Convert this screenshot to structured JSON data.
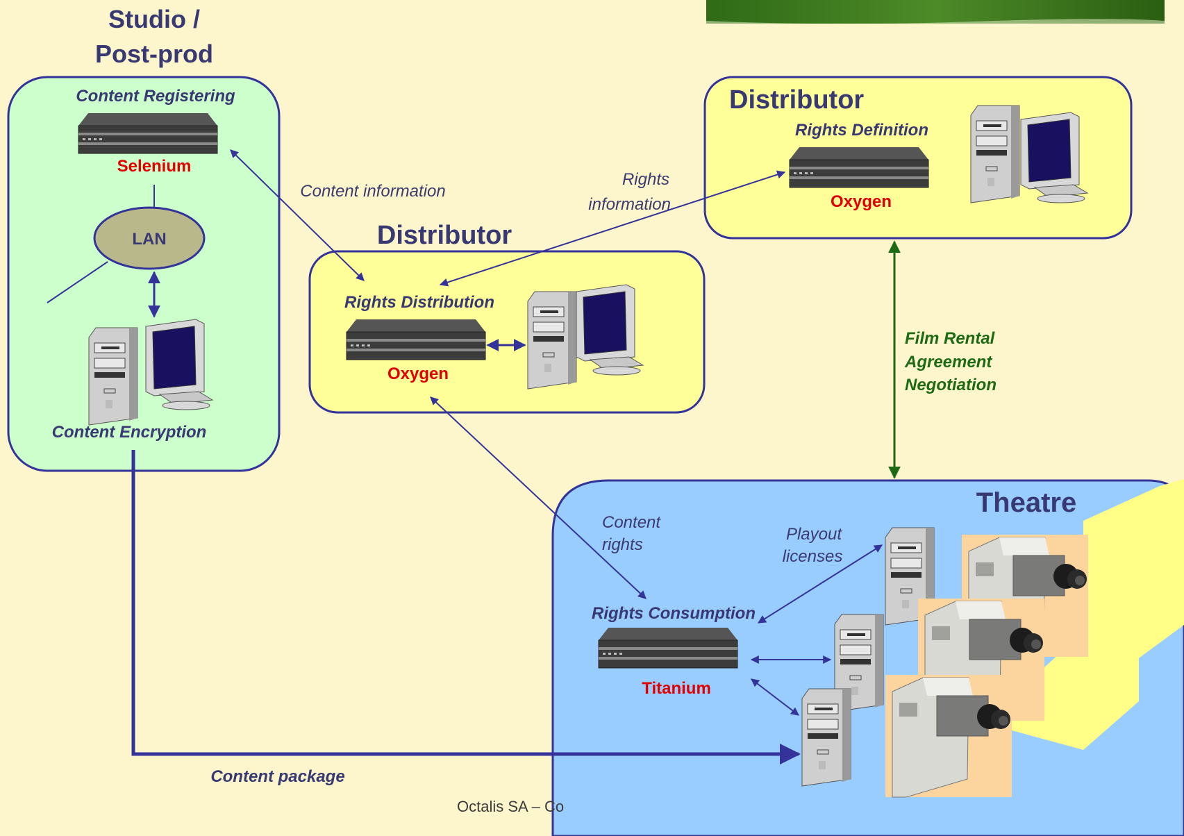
{
  "studio": {
    "title_line1": "Studio /",
    "title_line2": "Post-prod",
    "registering": "Content Registering",
    "server": "Selenium",
    "lan": "LAN",
    "encryption": "Content Encryption"
  },
  "distributor_top": {
    "title": "Distributor",
    "subtitle": "Rights Definition",
    "server": "Oxygen"
  },
  "distributor_mid": {
    "title": "Distributor",
    "subtitle": "Rights Distribution",
    "server": "Oxygen"
  },
  "theatre": {
    "title": "Theatre",
    "subtitle": "Rights Consumption",
    "server": "Titanium"
  },
  "labels": {
    "content_information": "Content information",
    "rights_line1": "Rights",
    "rights_line2": "information",
    "film_line1": "Film Rental",
    "film_line2": "Agreement",
    "film_line3": "Negotiation",
    "content_rights_line1": "Content",
    "content_rights_line2": "rights",
    "playout_line1": "Playout",
    "playout_line2": "licenses",
    "content_package": "Content package"
  },
  "footer": {
    "text": "Octalis SA – Co"
  },
  "colors": {
    "background": "#fdf6cc",
    "studio_fill": "#ccffcc",
    "distributor_fill": "#ffff99",
    "theatre_fill": "#99ccff",
    "box_stroke": "#333399",
    "arrow_blue": "#333399",
    "arrow_green": "#1e6a14",
    "server_name_red": "#e00000"
  }
}
